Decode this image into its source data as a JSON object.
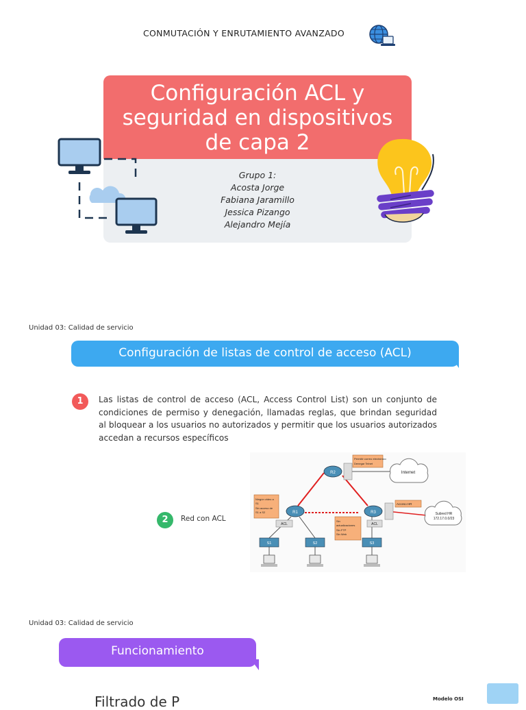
{
  "header": {
    "course_title": "CONMUTACIÓN Y ENRUTAMIENTO AVANZADO",
    "icon": "globe-computer-icon"
  },
  "title_card": {
    "title_lines": [
      "Configuración ACL y",
      "seguridad en dispositivos",
      "de capa 2"
    ],
    "group_label": "Grupo 1:",
    "members": [
      "Acosta Jorge",
      "Fabiana Jaramillo",
      "Jessica Pizango",
      "Alejandro Mejía"
    ],
    "band_color": "#f26d6d"
  },
  "section1": {
    "unit_label": "Unidad 03: Calidad de servicio",
    "heading": "Configuración de listas de control de acceso (ACL)",
    "heading_color": "#3da9f0",
    "item1_number": "1",
    "item1_text": "Las listas de control de acceso (ACL, Access Control List) son un conjunto de condiciones de permiso y denegación, llamadas reglas, que brindan seguridad al bloquear a los usuarios no autorizados y permitir que los usuarios autorizados accedan a recursos específicos",
    "item2_number": "2",
    "item2_text": "Red con ACL",
    "diagram": {
      "note_r2": [
        "Permitir correo electrónico",
        "Denegar Telnet"
      ],
      "note_r1": [
        "Ningún video a",
        "S1",
        "Sin acceso de",
        "S1 a S2"
      ],
      "note_r3a": [
        "Sin",
        "actualizaciones",
        "Sin FTP",
        "Sin Web"
      ],
      "note_r3b": "Acceso HR",
      "cloud_internet": "Internet",
      "cloud_subnet": [
        "Subred HR",
        "172.17.0.0/23"
      ],
      "acl": "ACL",
      "routers": [
        "R1",
        "R2",
        "R3"
      ],
      "switches": [
        "S1",
        "S2",
        "S3"
      ]
    }
  },
  "section2": {
    "unit_label": "Unidad 03: Calidad de servicio",
    "heading": "Funcionamiento",
    "heading_color": "#9b59f0",
    "partial_text": "Filtrado de P",
    "side_label": "Modelo OSI"
  }
}
